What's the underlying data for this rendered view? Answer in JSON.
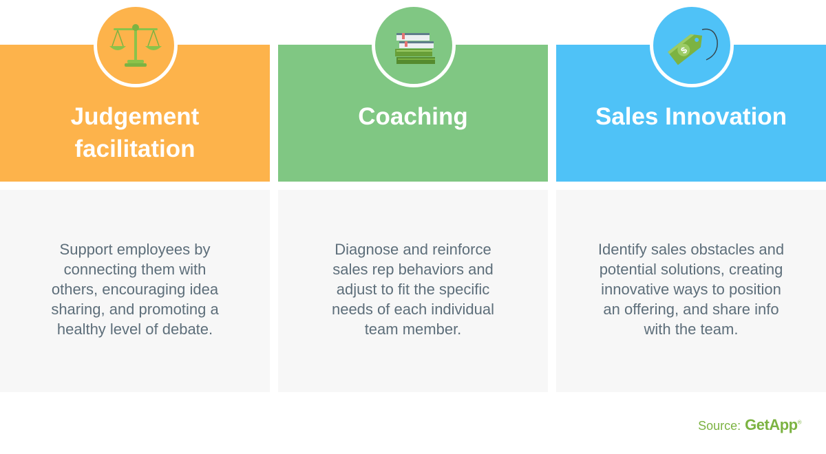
{
  "colors": {
    "orange": "#FDB34B",
    "green": "#80C783",
    "blue": "#4FC2F7",
    "text": "#5D6E7A",
    "brand": "#7CB342"
  },
  "cards": [
    {
      "title": "Judgement\nfacilitation",
      "icon": "scales-icon",
      "description": "Support employees by connecting them with others, encouraging idea sharing, and promoting a healthy level of debate."
    },
    {
      "title": "Coaching",
      "icon": "books-icon",
      "description": "Diagnose and reinforce sales rep behaviors and adjust to fit the specific needs of each individual team member."
    },
    {
      "title": "Sales Innovation",
      "icon": "price-tag-icon",
      "description": "Identify sales obstacles and potential solutions, creating innovative ways to position an offering, and share info with the team."
    }
  ],
  "footer": {
    "source_label": "Source:",
    "brand": "GetApp",
    "trademark": "®"
  }
}
